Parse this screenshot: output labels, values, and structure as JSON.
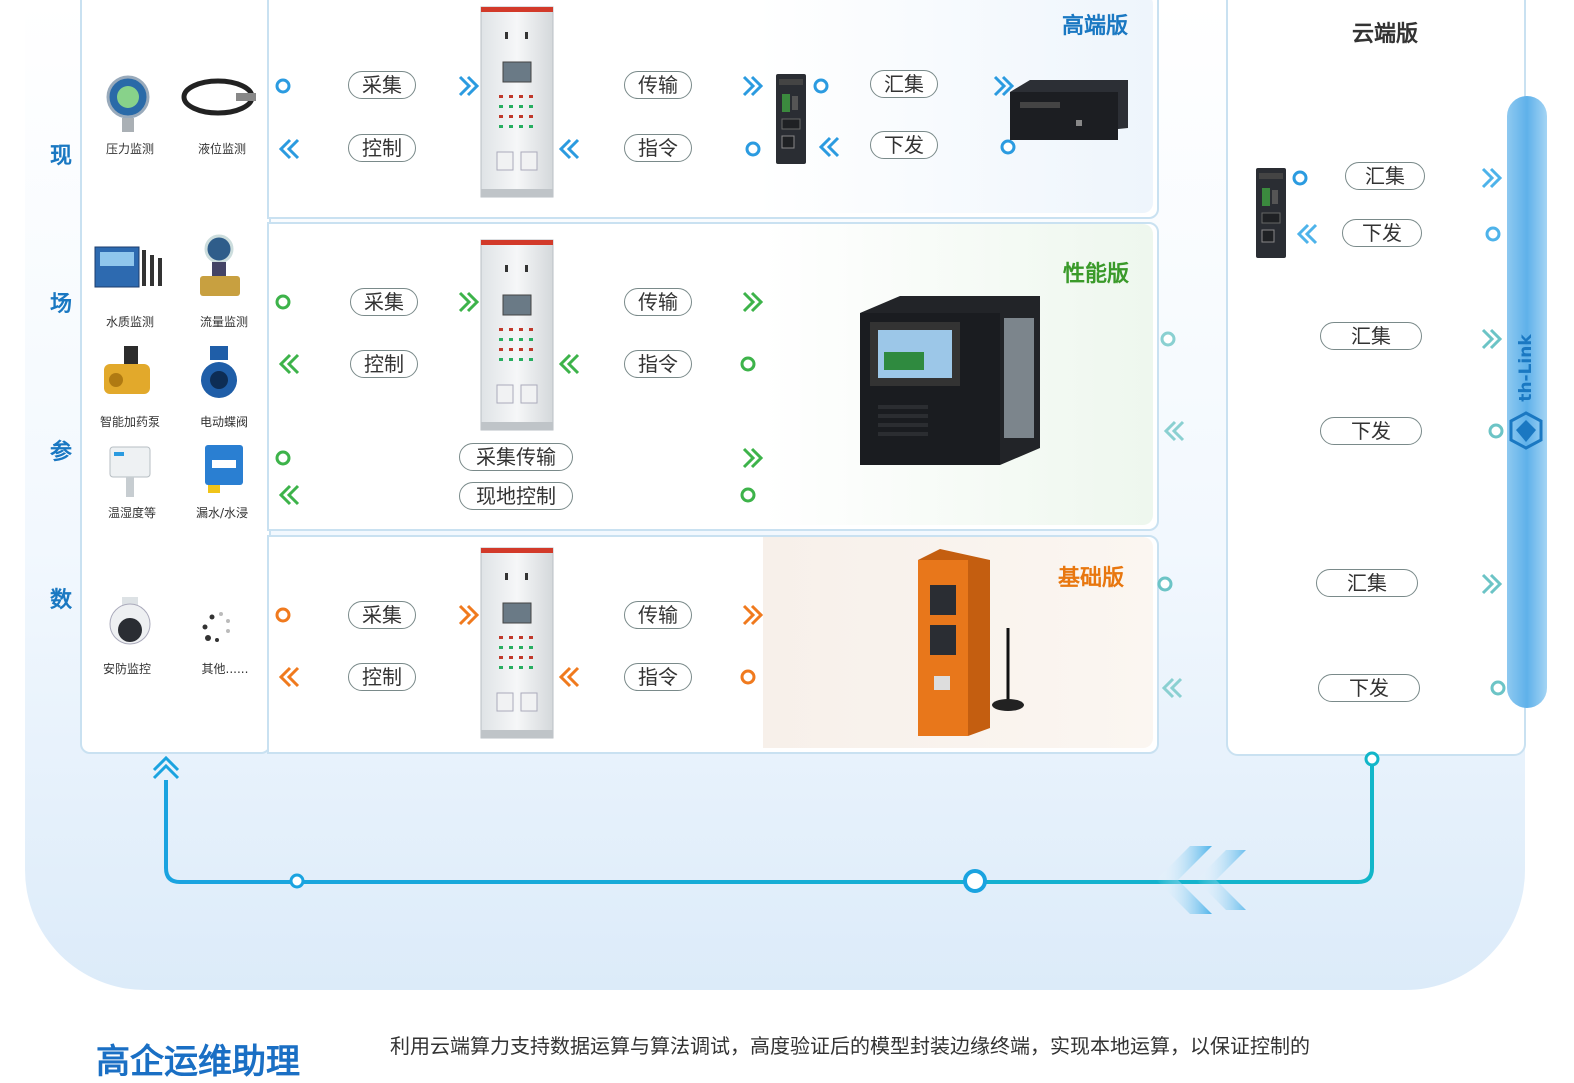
{
  "tiers": {
    "high": "高端版",
    "performance": "性能版",
    "basic": "基础版",
    "cloud": "云端版"
  },
  "side_label": [
    "现",
    "场",
    "参",
    "数"
  ],
  "devices": [
    {
      "label": "压力监测",
      "icon": "pressure-gauge-icon"
    },
    {
      "label": "液位监测",
      "icon": "level-sensor-icon"
    },
    {
      "label": "水质监测",
      "icon": "water-quality-icon"
    },
    {
      "label": "流量监测",
      "icon": "flow-meter-icon"
    },
    {
      "label": "智能加药泵",
      "icon": "dosing-pump-icon"
    },
    {
      "label": "电动蝶阀",
      "icon": "butterfly-valve-icon"
    },
    {
      "label": "温湿度等",
      "icon": "humidity-sensor-icon"
    },
    {
      "label": "漏水/水浸",
      "icon": "leak-sensor-icon"
    },
    {
      "label": "安防监控",
      "icon": "security-camera-icon"
    },
    {
      "label": "其他......",
      "icon": "more-dots-icon"
    }
  ],
  "labels": {
    "collect": "采集",
    "control": "控制",
    "transmit": "传输",
    "command": "指令",
    "aggregate": "汇集",
    "dispatch": "下发",
    "collect_transmit": "采集传输",
    "local_control": "现地控制"
  },
  "brand": "th-Link",
  "colors": {
    "blue": "#2b9be0",
    "green": "#3db34a",
    "orange": "#f07a1e",
    "teal": "#6cc4c6",
    "tier_blue": "#1a78c2",
    "tier_green": "#3a9a2a",
    "tier_orange": "#e8770f"
  },
  "footer": {
    "title": "高企运维助理",
    "text": "利用云端算力支持数据运算与算法调试，高度验证后的模型封装边缘终端，实现本地运算，以保证控制的"
  }
}
